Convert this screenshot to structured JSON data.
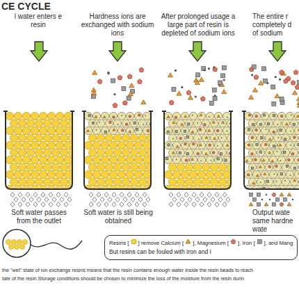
{
  "diagram": {
    "title": "CE CYCLE",
    "nodes": [
      {
        "text": [
          "Resins [",
          "] remove Calcium [",
          "], Magnesium [",
          "], Iron [",
          "], and Mang",
          "But resins can be fouled with Iron and I"
        ]
      }
    ],
    "labels": [
      "l water enters e resin",
      "Hardness ions are exchanged with sodium ions",
      "After prolonged usage a large part of resin is depleted of sodium ions",
      "The entire r completely d of sodium",
      "Soft water passes from the outlet",
      "Soft water is still being obtained",
      "Output wate same hardne wate",
      "the \"wet\" state of ion exchange resins means that the resin contains enough water inside the resin beads to reach",
      "tate of the resin.Storage conditions should be chosen to minimize the loss of the moisture from the resin durin"
    ]
  }
}
